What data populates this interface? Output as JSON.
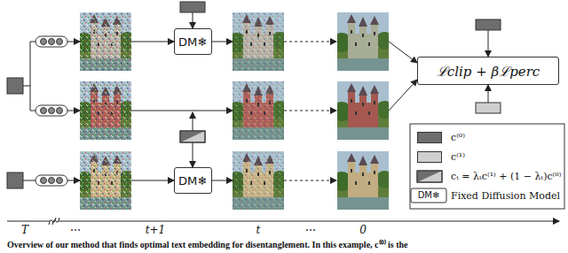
{
  "diagram": {
    "caption": "Overview of our method that finds optimal text embedding for disentanglement. In this example, c⁽⁰⁾ is the",
    "nodes": [
      {
        "text": [
          "DM❄"
        ]
      },
      {
        "text": [
          "DM❄"
        ]
      },
      {
        "text": [
          "ℒclip + βℒperc"
        ]
      }
    ],
    "labels": [
      "T",
      "⋯",
      "t+1",
      "t",
      "⋯",
      "0",
      "DM❄"
    ],
    "legend": [
      {
        "text": "c⁽⁰⁾",
        "color": "#6e6e6e"
      },
      {
        "text": "c⁽¹⁾",
        "color": "#cfcfcf"
      },
      {
        "text": "cₜ = λₜc⁽¹⁾ + (1 − λₜ)c⁽⁰⁾"
      },
      {
        "text": "Fixed Diffusion Model"
      }
    ]
  }
}
